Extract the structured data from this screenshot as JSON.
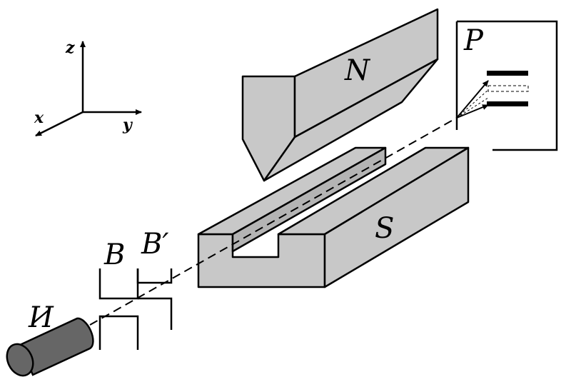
{
  "axes": {
    "z": "z",
    "x": "x",
    "y": "y"
  },
  "labels": {
    "north_magnet": "N",
    "south_magnet": "S",
    "source": "И",
    "slit_b": "B",
    "slit_b_prime": "B′",
    "plate": "P"
  },
  "colors": {
    "magnet_fill": "#c8c8c8",
    "source_fill": "#666666",
    "stroke": "#000000"
  }
}
